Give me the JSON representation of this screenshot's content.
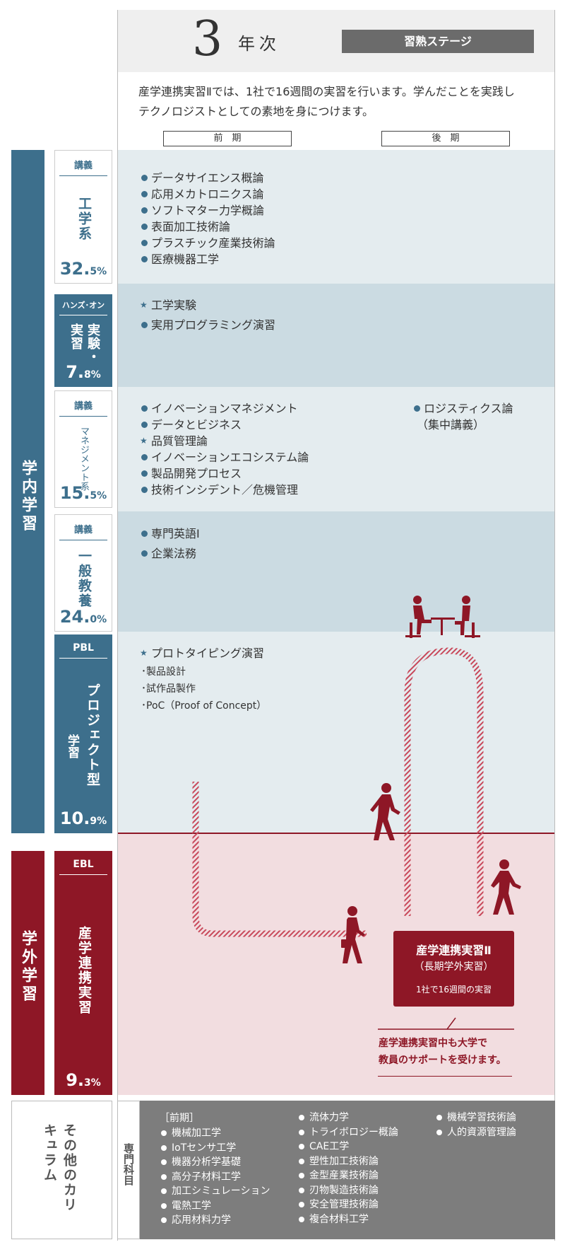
{
  "header": {
    "year_number": "3",
    "year_label": "年次",
    "stage_label": "習熟ステージ",
    "description_line1": "産学連携実習Ⅱでは、1社で16週間の実習を行います。学んだことを実践し",
    "description_line2": "テクノロジストとしての素地を身につけます。",
    "term_first": "前　期",
    "term_second": "後　期"
  },
  "left_categories": {
    "internal": "学内学習",
    "external": "学外学習"
  },
  "rows": {
    "engineering": {
      "tag": "講義",
      "title": "工学系",
      "pct_big": "32.",
      "pct_small": "5%",
      "items": [
        "データサイエンス概論",
        "応用メカトロニクス論",
        "ソフトマター力学概論",
        "表面加工技術論",
        "プラスチック産業技術論",
        "医療機器工学"
      ]
    },
    "handson": {
      "tag": "ハンズ･オン",
      "title_a": "実験・",
      "title_b": "実習",
      "pct_big": "7.",
      "pct_small": "8%",
      "item_star": "工学実験",
      "item_dot": "実用プログラミング演習"
    },
    "management": {
      "tag": "講義",
      "title": "マネジメント系",
      "pct_big": "15.",
      "pct_small": "5%",
      "items": [
        {
          "type": "dot",
          "text": "イノベーションマネジメント"
        },
        {
          "type": "dot",
          "text": "データとビジネス"
        },
        {
          "type": "star",
          "text": "品質管理論"
        },
        {
          "type": "dot",
          "text": "イノベーションエコシステム論"
        },
        {
          "type": "dot",
          "text": "製品開発プロセス"
        },
        {
          "type": "dot",
          "text": "技術インシデント／危機管理"
        }
      ],
      "later_item": "ロジスティクス論",
      "later_note": "（集中講義）"
    },
    "general": {
      "tag": "講義",
      "title": "一般教養",
      "pct_big": "24.",
      "pct_small": "0%",
      "items": [
        "専門英語Ⅰ",
        "企業法務"
      ]
    },
    "pbl": {
      "tag": "PBL",
      "title_a": "プロジェクト型",
      "title_b": "学習",
      "pct_big": "10.",
      "pct_small": "9%",
      "item_star": "プロトタイピング演習",
      "sub_items": [
        "･製品設計",
        "･試作品製作",
        "･PoC（Proof of Concept）"
      ]
    },
    "ebl": {
      "tag": "EBL",
      "title": "産学連携実習",
      "pct_big": "9.",
      "pct_small": "3%",
      "box_title": "産学連携実習Ⅱ",
      "box_subtitle": "（長期学外実習）",
      "box_note": "1社で16週間の実習",
      "support_line1": "産学連携実習中も大学で",
      "support_line2": "教員のサポートを受けます。"
    }
  },
  "other": {
    "title": "その他のカリキュラム",
    "specialty_label": "専門科目",
    "col1_header": "［前期］",
    "col1": [
      "機械加工学",
      "IoTセンサ工学",
      "機器分析学基礎",
      "高分子材料工学",
      "加工シミュレーション",
      "電熱工学",
      "応用材料力学"
    ],
    "col2": [
      "流体力学",
      "トライボロジー概論",
      "CAE工学",
      "塑性加工技術論",
      "金型産業技術論",
      "刃物製造技術論",
      "安全管理技術論",
      "複合材料工学"
    ],
    "col3": [
      "機械学習技術論",
      "人的資源管理論"
    ]
  },
  "colors": {
    "blue": "#3d6f8c",
    "red": "#8e1726",
    "light_blue_bg": "#e4ecef",
    "mid_blue_bg": "#cbdbe2",
    "pink_bg": "#f2dde0",
    "gray_bg": "#7d7d7d",
    "header_gray": "#efefef",
    "stage_gray": "#6b6b6b"
  }
}
